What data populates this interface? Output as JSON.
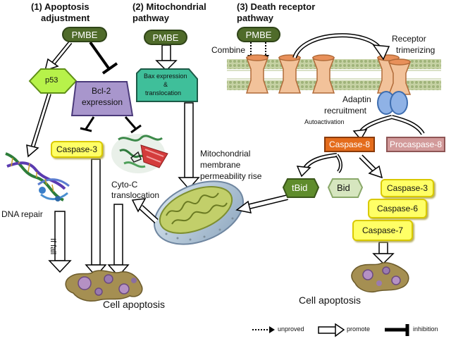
{
  "sections": {
    "s1": {
      "line1": "(1) Apoptosis",
      "line2": "adjustment"
    },
    "s2": {
      "line1": "(2) Mitochondrial",
      "line2": "pathway"
    },
    "s3": {
      "line1": "(3) Death receptor",
      "line2": "pathway"
    }
  },
  "nodes": {
    "pmbe1": "PMBE",
    "pmbe2": "PMBE",
    "pmbe3": "PMBE",
    "p53": "p53",
    "bcl2_l1": "Bcl-2",
    "bcl2_l2": "expression",
    "bax_l1": "Bax expression",
    "bax_l2": "&",
    "bax_l3": "translocation",
    "caspase3_left": "Caspase-3",
    "caspase8": "Caspase-8",
    "procaspase8": "Procaspase-8",
    "tbid": "tBid",
    "bid": "Bid",
    "caspase3_right": "Caspase-3",
    "caspase6": "Caspase-6",
    "caspase7": "Caspase-7"
  },
  "labels": {
    "dna_repair": "DNA repair",
    "if_fail": "If fail",
    "cyto_l1": "Cyto-C",
    "cyto_l2": "translocation",
    "mito_l1": "Mitochondrial",
    "mito_l2": "membrane",
    "mito_l3": "permeability rise",
    "combine": "Combine",
    "receptor_l1": "Receptor",
    "receptor_l2": "trimerizing",
    "adaptin_l1": "Adaptin",
    "adaptin_l2": "recruitment",
    "autoactivation": "Autoactivation",
    "cell_apoptosis_left": "Cell apoptosis",
    "cell_apoptosis_right": "Cell apoptosis"
  },
  "legend": {
    "unproved": "unproved",
    "promote": "promote",
    "inhibition": "inhibition"
  },
  "colors": {
    "pmbe_fill": "#4f6b2a",
    "p53_fill": "#b7f24a",
    "bcl2_fill": "#a896cc",
    "bax_fill": "#3fbf9a",
    "caspase_fill": "#ffff66",
    "caspase8_fill": "#e46c1c",
    "procaspase8_fill": "#d29a9a",
    "tbid_fill": "#5f8c2c",
    "bid_fill": "#d6e6bf",
    "adaptin_fill": "#8fb2e6",
    "receptor_fill": "#f2c29a",
    "membrane_fill": "#c9d7a8"
  }
}
